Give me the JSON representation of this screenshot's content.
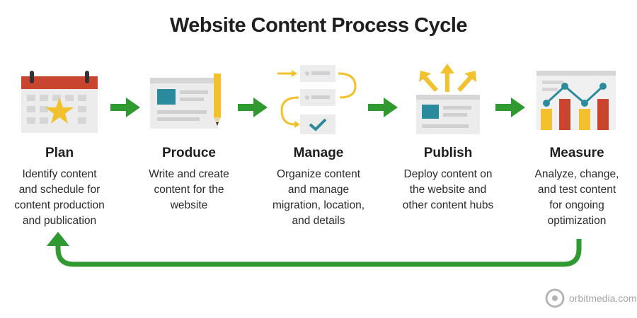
{
  "title": "Website Content Process Cycle",
  "colors": {
    "arrow_green": "#2f9a2f",
    "red": "#c9452f",
    "yellow": "#f2c12e",
    "teal": "#2b8a9c",
    "grey": "#d8d8d8"
  },
  "stages": [
    {
      "title": "Plan",
      "description_lines": [
        "Identify content",
        "and schedule for",
        "content production",
        "and publication"
      ],
      "icon": "calendar-star-icon"
    },
    {
      "title": "Produce",
      "description_lines": [
        "Write and create",
        "content for the",
        "website"
      ],
      "icon": "document-pencil-icon"
    },
    {
      "title": "Manage",
      "description_lines": [
        "Organize content",
        "and manage",
        "migration, location,",
        "and details"
      ],
      "icon": "workflow-checklist-icon"
    },
    {
      "title": "Publish",
      "description_lines": [
        "Deploy content on",
        "the website and",
        "other content hubs"
      ],
      "icon": "document-arrows-icon"
    },
    {
      "title": "Measure",
      "description_lines": [
        "Analyze, change,",
        "and test content",
        "for ongoing",
        "optimization"
      ],
      "icon": "bar-line-chart-icon"
    }
  ],
  "logo": {
    "text": "orbitmedia.com",
    "icon": "orbit-logo-icon"
  }
}
